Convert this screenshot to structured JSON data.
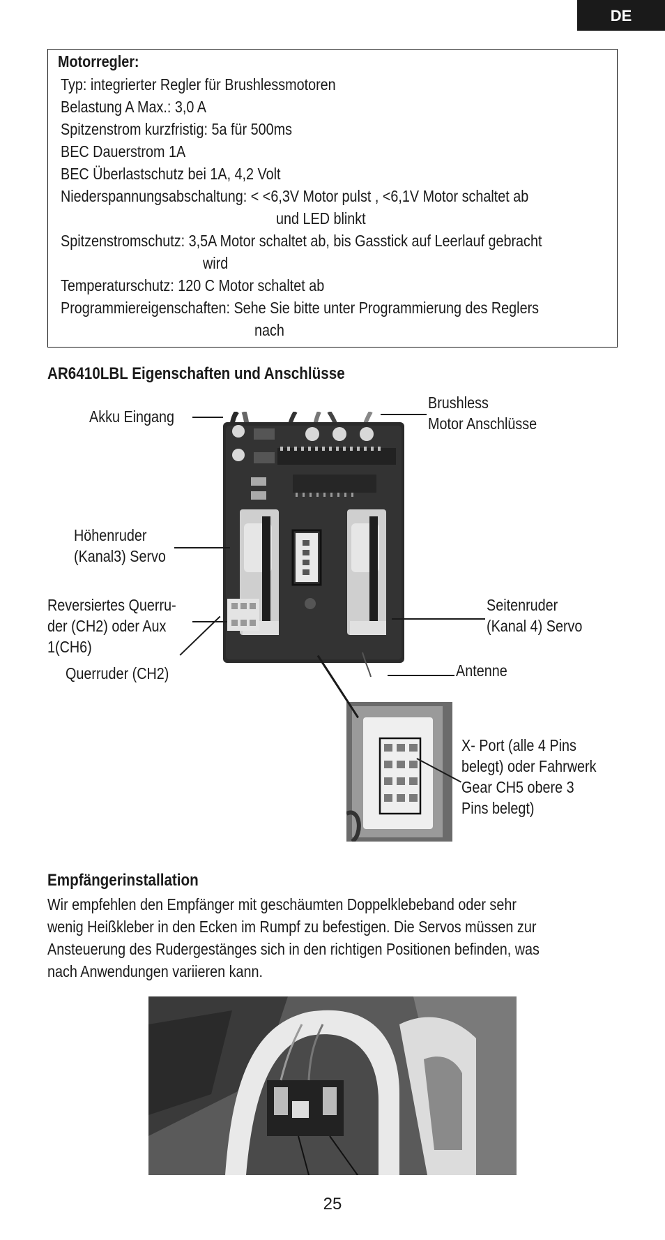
{
  "lang_tab": "DE",
  "spec": {
    "title": "Motorregler:",
    "lines": [
      "Typ: integrierter Regler  für Brushlessmotoren",
      "Belastung A Max.: 3,0 A",
      "Spitzenstrom kurzfristig: 5a für 500ms",
      "BEC Dauerstrom 1A",
      "BEC Überlastschutz bei 1A, 4,2 Volt",
      "Niederspannungsabschaltung: < <6,3V Motor pulst , <6,1V  Motor schaltet ab",
      "und LED blinkt",
      "Spitzenstromschutz: 3,5A Motor schaltet ab, bis Gasstick auf Leerlauf gebracht",
      "wird",
      "Temperaturschutz: 120 C Motor schaltet ab",
      "Programmiereigenschaften: Sehe Sie bitte unter Programmierung des Reglers",
      "nach"
    ]
  },
  "receiver": {
    "heading": "AR6410LBL Eigenschaften und Anschlüsse",
    "labels": {
      "battery_input": "Akku Eingang",
      "motor_1": "Brushless",
      "motor_2": "Motor Anschlüsse",
      "elevator_1": "Höhenruder",
      "elevator_2": "(Kanal3) Servo",
      "aileron_rev_1": "Reversiertes Querru-",
      "aileron_rev_2": "der (CH2) oder Aux",
      "aileron_rev_3": "1(CH6)",
      "aileron": "Querruder (CH2)",
      "rudder_1": "Seitenruder",
      "rudder_2": "(Kanal 4) Servo",
      "antenna": "Antenne",
      "xport_1": "X- Port (alle 4 Pins",
      "xport_2": "belegt) oder Fahrwerk",
      "xport_3": "Gear CH5 obere 3",
      "xport_4": "Pins belegt)"
    }
  },
  "install": {
    "heading": "Empfängerinstallation",
    "lines": [
      "Wir empfehlen den Empfänger mit geschäumten Doppelklebeband oder sehr",
      "wenig Heißkleber in den Ecken im Rumpf zu befestigen. Die Servos müssen zur",
      "Ansteuerung des Rudergestänges sich in den richtigen Positionen befinden, was",
      "nach Anwendungen variieren kann."
    ]
  },
  "page_number": "25"
}
